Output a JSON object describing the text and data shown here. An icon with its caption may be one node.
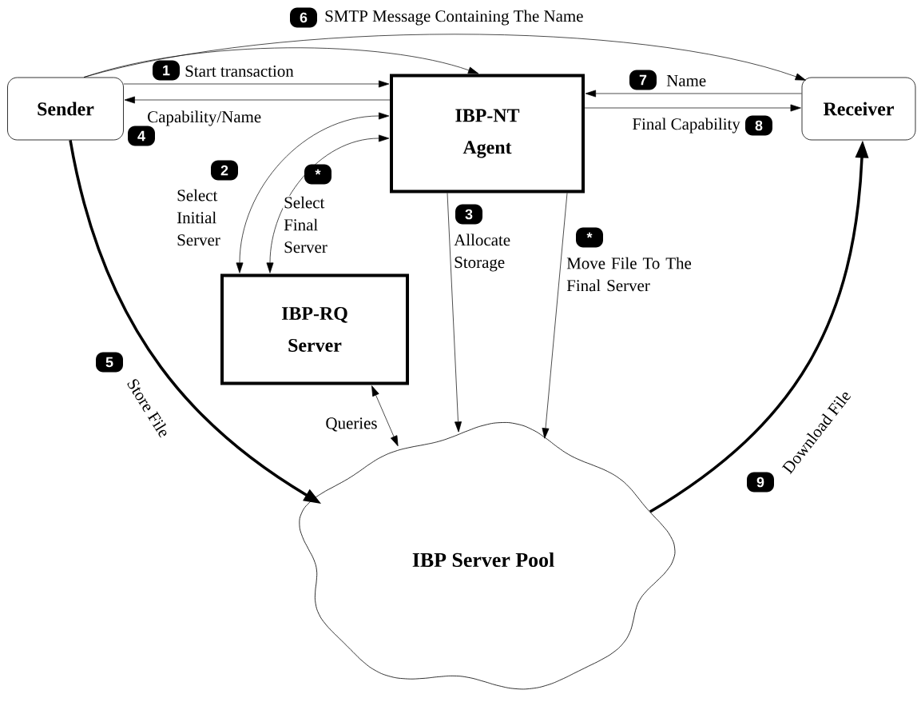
{
  "diagram": {
    "nodes": [
      {
        "text": [
          "Sender"
        ]
      },
      {
        "text": [
          "IBP-NT Agent"
        ]
      },
      {
        "text": [
          "Receiver"
        ]
      },
      {
        "text": [
          "IBP-RQ Server"
        ]
      },
      {
        "text": [
          "IBP Server Pool"
        ]
      }
    ],
    "edges": [
      {
        "from": 0,
        "to": 1,
        "arrow": "to",
        "label": "Start transaction"
      },
      {
        "from": 1,
        "to": 0,
        "arrow": "to",
        "label": "Capability/Name"
      },
      {
        "from": 0,
        "to": 2,
        "arrow": "to",
        "label": "SMTP Message Containing The Name"
      },
      {
        "from": 0,
        "to": 1,
        "arrow": "to"
      },
      {
        "from": 1,
        "to": 3,
        "arrow": "both",
        "label": "Select Initial Server"
      },
      {
        "from": 1,
        "to": 3,
        "arrow": "both",
        "label": "Select Final Server"
      },
      {
        "from": 1,
        "to": 4,
        "arrow": "to",
        "label": "Allocate Storage"
      },
      {
        "from": 1,
        "to": 4,
        "arrow": "to",
        "label": "Move File To The Final Server"
      },
      {
        "from": 2,
        "to": 1,
        "arrow": "to",
        "label": "Name"
      },
      {
        "from": 1,
        "to": 2,
        "arrow": "to",
        "label": "Final Capability"
      },
      {
        "from": 0,
        "to": 4,
        "arrow": "to",
        "label": "Store File",
        "style": "thick"
      },
      {
        "from": 4,
        "to": 2,
        "arrow": "to",
        "label": "Download File",
        "style": "thick"
      },
      {
        "from": 3,
        "to": 4,
        "arrow": "both",
        "label": "Queries"
      }
    ],
    "labels": [
      "6",
      "1",
      "7",
      "4",
      "8",
      "2",
      "*",
      "3",
      "*",
      "5",
      "9"
    ]
  }
}
